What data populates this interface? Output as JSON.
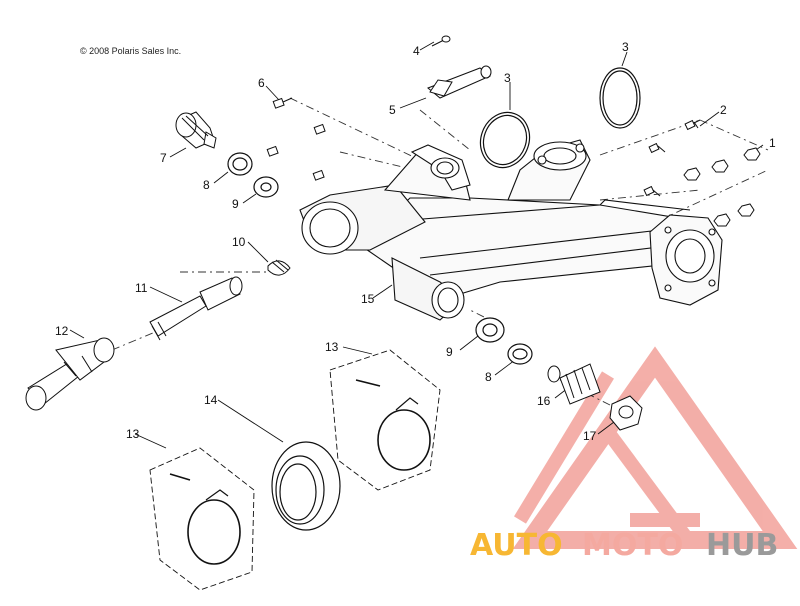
{
  "copyright": "© 2008 Polaris Sales Inc.",
  "callouts": {
    "c1": "1",
    "c2": "2",
    "c3a": "3",
    "c3b": "3",
    "c4": "4",
    "c5": "5",
    "c6": "6",
    "c7": "7",
    "c8a": "8",
    "c8b": "8",
    "c9a": "9",
    "c9b": "9",
    "c10": "10",
    "c11": "11",
    "c12": "12",
    "c13a": "13",
    "c13b": "13",
    "c14": "14",
    "c15": "15",
    "c16": "16",
    "c17": "17"
  },
  "watermark": {
    "part1": "AUTO",
    "part2": "MOTO",
    "part3": "HUB",
    "color_auto": "#f7b733",
    "color_moto": "#f4a9a0",
    "color_hub": "#9a9a9a",
    "triangle_color": "#f2a19a"
  }
}
